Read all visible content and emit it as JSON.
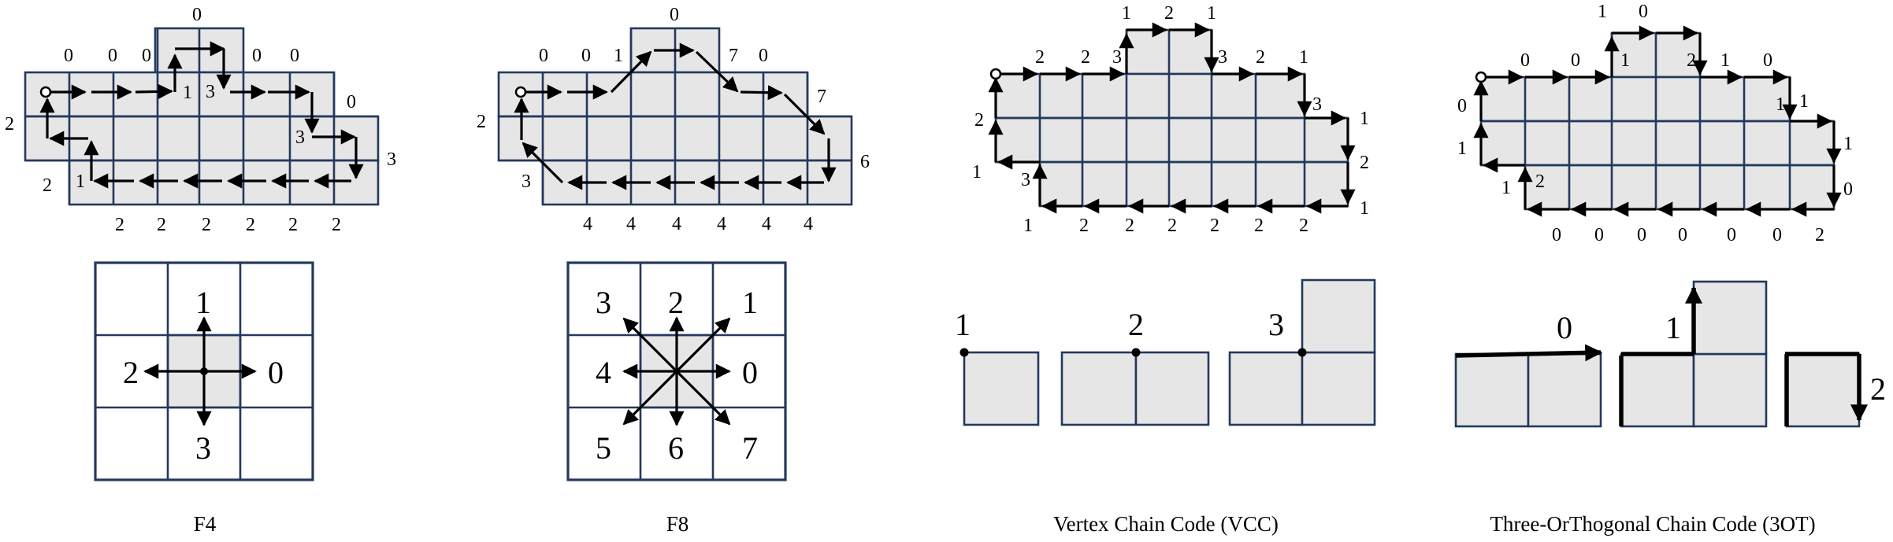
{
  "captions": {
    "f4": "F4",
    "f8": "F8",
    "vcc": "Vertex Chain Code (VCC)",
    "three_ot": "Three-OrThogonal Chain Code (3OT)"
  },
  "f4_top": {
    "top": "0",
    "row1": [
      "0",
      "0",
      "0",
      "0",
      "0"
    ],
    "inner": [
      "1",
      "3",
      "3",
      "1"
    ],
    "right_top": "0",
    "right_mid": "3",
    "left_mid": "2",
    "left_low": "2",
    "bottom": [
      "2",
      "2",
      "2",
      "2",
      "2",
      "2"
    ]
  },
  "f8_top": {
    "top": "0",
    "row1": [
      "0",
      "0",
      "1",
      "7",
      "0"
    ],
    "right_top": "7",
    "right_mid": "6",
    "left_mid": "2",
    "left_low": "3",
    "bottom": [
      "4",
      "4",
      "4",
      "4",
      "4",
      "4"
    ]
  },
  "vcc_top": {
    "top": [
      "1",
      "2",
      "1"
    ],
    "row": [
      "2",
      "2",
      "3",
      "3",
      "2",
      "1"
    ],
    "right": [
      "3",
      "1",
      "2",
      "1"
    ],
    "left": [
      "2",
      "1",
      "3",
      "1"
    ],
    "bottom": [
      "2",
      "2",
      "2",
      "2",
      "2",
      "2"
    ]
  },
  "three_ot_top": {
    "top": [
      "1",
      "0"
    ],
    "row": [
      "0",
      "0",
      "1",
      "2",
      "1",
      "0"
    ],
    "right": [
      "1",
      "1",
      "1",
      "0"
    ],
    "left": [
      "0",
      "1",
      "1",
      "2"
    ],
    "bottom": [
      "0",
      "0",
      "0",
      "0",
      "0",
      "0",
      "2"
    ]
  },
  "f4_legend": [
    "0",
    "1",
    "2",
    "3"
  ],
  "f8_legend": [
    "0",
    "1",
    "2",
    "3",
    "4",
    "5",
    "6",
    "7"
  ],
  "vcc_legend": [
    "1",
    "2",
    "3"
  ],
  "three_ot_legend": [
    "0",
    "1",
    "2"
  ]
}
